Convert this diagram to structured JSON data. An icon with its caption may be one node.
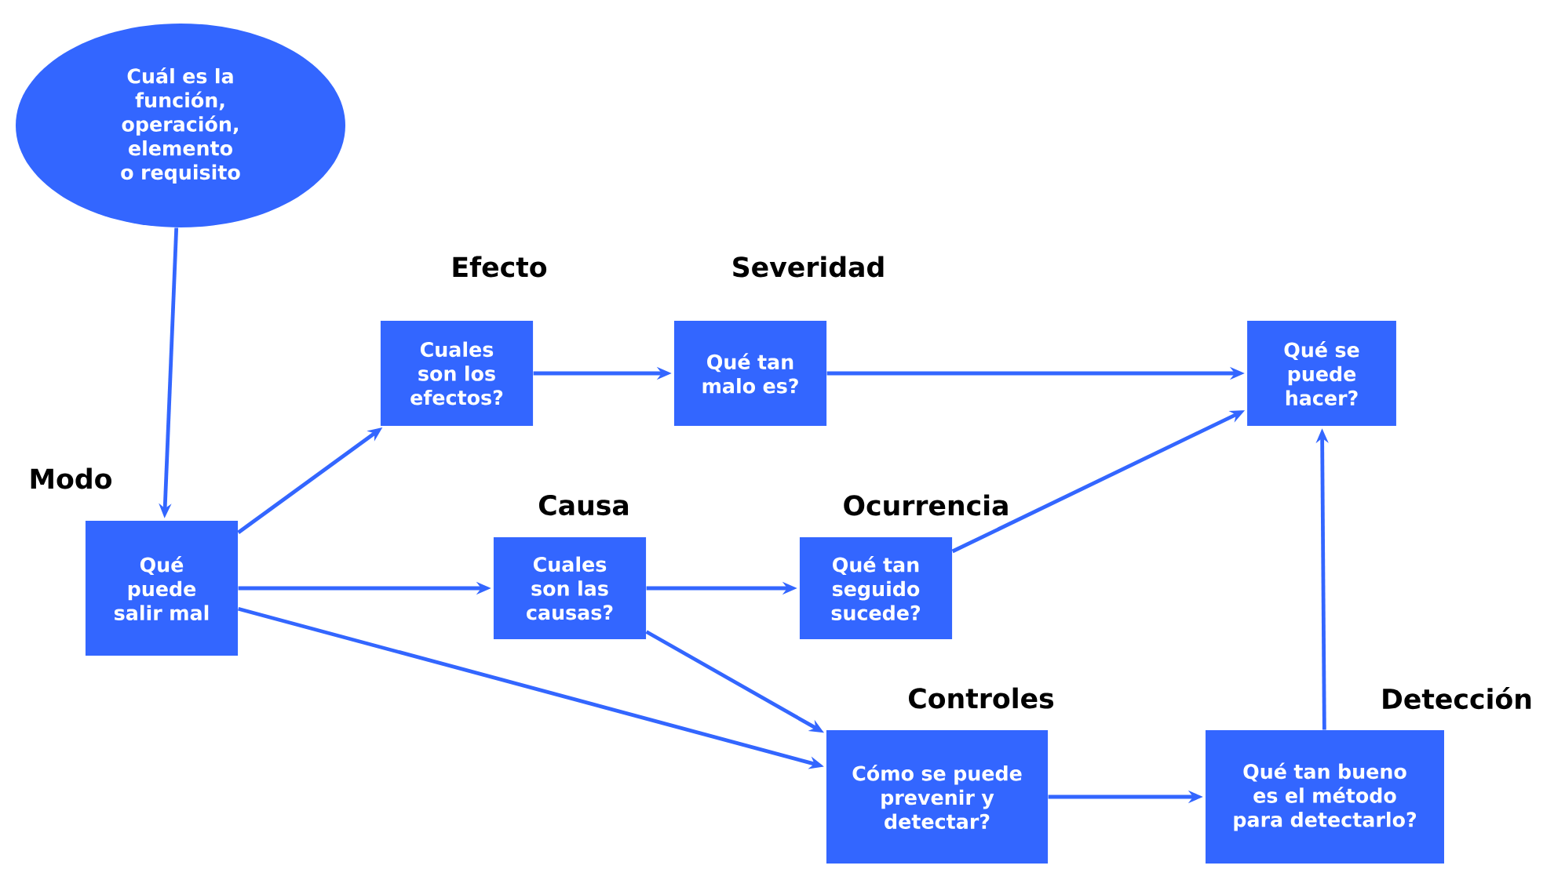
{
  "diagram": {
    "nodes": [
      {
        "text": [
          "Cuál es la función, operación, elemento o requisito"
        ]
      },
      {
        "text": [
          "Modo",
          "Qué puede salir mal"
        ]
      },
      {
        "text": [
          "Efecto",
          "Cuales son los efectos?"
        ]
      },
      {
        "text": [
          "Severidad",
          "Qué tan malo es?"
        ]
      },
      {
        "text": [
          "Qué se puede hacer?"
        ]
      },
      {
        "text": [
          "Causa",
          "Cuales son las causas?"
        ]
      },
      {
        "text": [
          "Ocurrencia",
          "Qué tan seguido sucede?"
        ]
      },
      {
        "text": [
          "Controles",
          "Cómo se puede prevenir y detectar?"
        ]
      },
      {
        "text": [
          "Detección",
          "Qué tan bueno es el método para detectarlo?"
        ]
      }
    ],
    "edges": [
      {
        "from": 0,
        "to": 1,
        "arrow": "to"
      },
      {
        "from": 1,
        "to": 2,
        "arrow": "to"
      },
      {
        "from": 1,
        "to": 5,
        "arrow": "to"
      },
      {
        "from": 1,
        "to": 7,
        "arrow": "to"
      },
      {
        "from": 2,
        "to": 3,
        "arrow": "to"
      },
      {
        "from": 3,
        "to": 4,
        "arrow": "to"
      },
      {
        "from": 5,
        "to": 6,
        "arrow": "to"
      },
      {
        "from": 5,
        "to": 7,
        "arrow": "to"
      },
      {
        "from": 6,
        "to": 4,
        "arrow": "to"
      },
      {
        "from": 7,
        "to": 8,
        "arrow": "to"
      },
      {
        "from": 8,
        "to": 4,
        "arrow": "to"
      }
    ]
  }
}
